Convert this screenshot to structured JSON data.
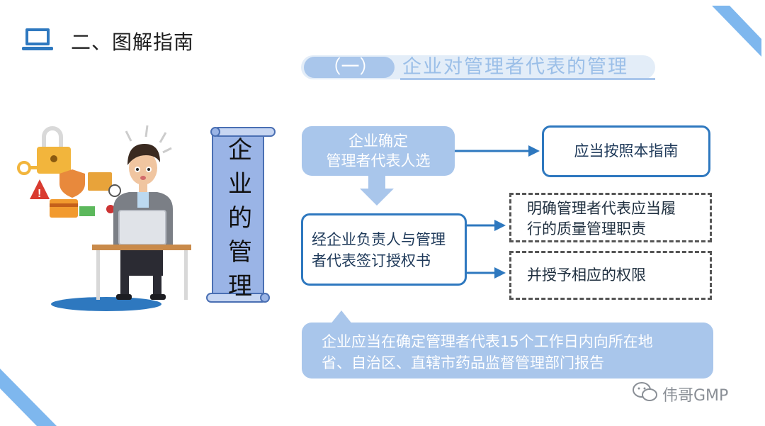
{
  "header": {
    "title": "二、图解指南",
    "icon": "laptop-icon"
  },
  "section": {
    "label": "（一）",
    "title": "企业对管理者代表的管理"
  },
  "scroll": {
    "chars": [
      "企",
      "业",
      "的",
      "管",
      "理"
    ]
  },
  "flow": {
    "box1_lines": [
      "企业确定",
      "管理者代表人选"
    ],
    "box2": "应当按照本指南",
    "box3_lines": [
      "经企业负责人与管理",
      "者代表签订授权书"
    ],
    "box4_lines": [
      "明确管理者代表应当履",
      "行的质量管理职责"
    ],
    "box5": "并授予相应的权限",
    "box6_lines": [
      "企业应当在确定管理者代表15个工作日内向所在地",
      "省、自治区、直辖市药品监督管理部门报告"
    ]
  },
  "watermark": {
    "text": "伟哥GMP"
  },
  "colors": {
    "accent": "#2e78bf",
    "light_blue": "#a9c6eb",
    "stripe": "#7eb7ee"
  }
}
